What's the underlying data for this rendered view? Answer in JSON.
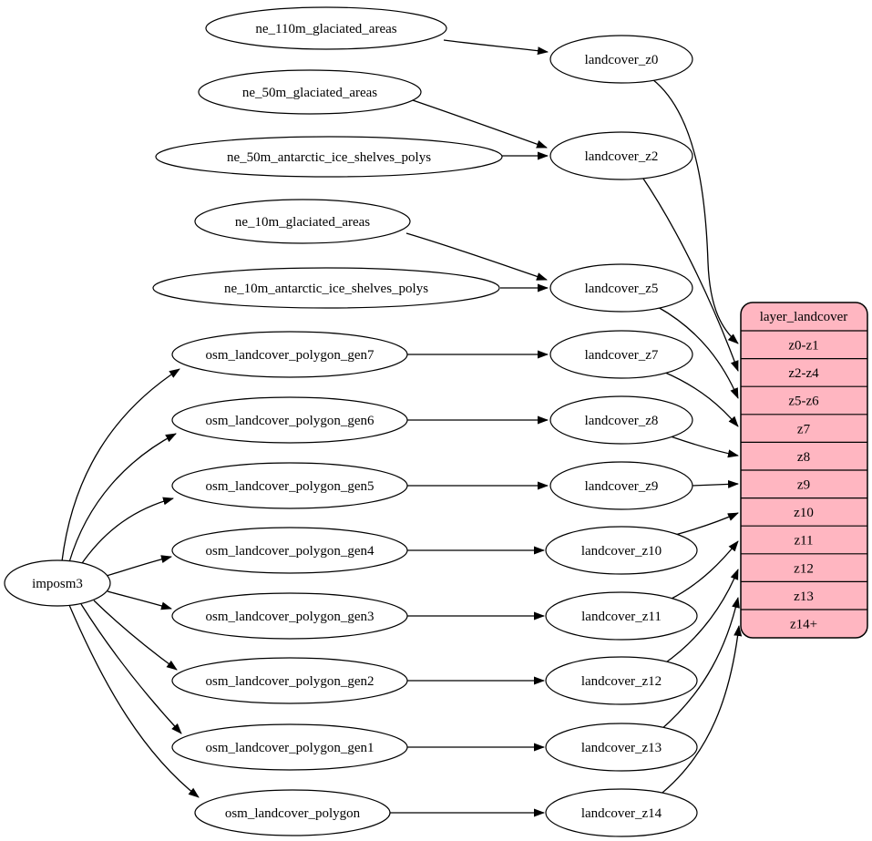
{
  "diagram": {
    "kind": "dataflow-graph",
    "background_color": "#ffffff",
    "node_fill_color": "#ffffff",
    "node_stroke_color": "#000000",
    "edge_color": "#000000",
    "table_fill_color": "#ffb6c1"
  },
  "nodes": {
    "importer": {
      "label": "imposm3"
    },
    "sources": [
      {
        "label": "ne_110m_glaciated_areas"
      },
      {
        "label": "ne_50m_glaciated_areas"
      },
      {
        "label": "ne_50m_antarctic_ice_shelves_polys"
      },
      {
        "label": "ne_10m_glaciated_areas"
      },
      {
        "label": "ne_10m_antarctic_ice_shelves_polys"
      },
      {
        "label": "osm_landcover_polygon_gen7"
      },
      {
        "label": "osm_landcover_polygon_gen6"
      },
      {
        "label": "osm_landcover_polygon_gen5"
      },
      {
        "label": "osm_landcover_polygon_gen4"
      },
      {
        "label": "osm_landcover_polygon_gen3"
      },
      {
        "label": "osm_landcover_polygon_gen2"
      },
      {
        "label": "osm_landcover_polygon_gen1"
      },
      {
        "label": "osm_landcover_polygon"
      }
    ],
    "intermediates": [
      {
        "label": "landcover_z0"
      },
      {
        "label": "landcover_z2"
      },
      {
        "label": "landcover_z5"
      },
      {
        "label": "landcover_z7"
      },
      {
        "label": "landcover_z8"
      },
      {
        "label": "landcover_z9"
      },
      {
        "label": "landcover_z10"
      },
      {
        "label": "landcover_z11"
      },
      {
        "label": "landcover_z12"
      },
      {
        "label": "landcover_z13"
      },
      {
        "label": "landcover_z14"
      }
    ],
    "table": {
      "title": "layer_landcover",
      "rows": [
        "z0-z1",
        "z2-z4",
        "z5-z6",
        "z7",
        "z8",
        "z9",
        "z10",
        "z11",
        "z12",
        "z13",
        "z14+"
      ]
    }
  },
  "edges": [
    {
      "from": "imposm3",
      "to": "osm_landcover_polygon_gen7"
    },
    {
      "from": "imposm3",
      "to": "osm_landcover_polygon_gen6"
    },
    {
      "from": "imposm3",
      "to": "osm_landcover_polygon_gen5"
    },
    {
      "from": "imposm3",
      "to": "osm_landcover_polygon_gen4"
    },
    {
      "from": "imposm3",
      "to": "osm_landcover_polygon_gen3"
    },
    {
      "from": "imposm3",
      "to": "osm_landcover_polygon_gen2"
    },
    {
      "from": "imposm3",
      "to": "osm_landcover_polygon_gen1"
    },
    {
      "from": "imposm3",
      "to": "osm_landcover_polygon"
    },
    {
      "from": "ne_110m_glaciated_areas",
      "to": "landcover_z0"
    },
    {
      "from": "ne_50m_glaciated_areas",
      "to": "landcover_z2"
    },
    {
      "from": "ne_50m_antarctic_ice_shelves_polys",
      "to": "landcover_z2"
    },
    {
      "from": "ne_10m_glaciated_areas",
      "to": "landcover_z5"
    },
    {
      "from": "ne_10m_antarctic_ice_shelves_polys",
      "to": "landcover_z5"
    },
    {
      "from": "osm_landcover_polygon_gen7",
      "to": "landcover_z7"
    },
    {
      "from": "osm_landcover_polygon_gen6",
      "to": "landcover_z8"
    },
    {
      "from": "osm_landcover_polygon_gen5",
      "to": "landcover_z9"
    },
    {
      "from": "osm_landcover_polygon_gen4",
      "to": "landcover_z10"
    },
    {
      "from": "osm_landcover_polygon_gen3",
      "to": "landcover_z11"
    },
    {
      "from": "osm_landcover_polygon_gen2",
      "to": "landcover_z12"
    },
    {
      "from": "osm_landcover_polygon_gen1",
      "to": "landcover_z13"
    },
    {
      "from": "osm_landcover_polygon",
      "to": "landcover_z14"
    },
    {
      "from": "landcover_z0",
      "to": "layer_landcover.z0-z1"
    },
    {
      "from": "landcover_z2",
      "to": "layer_landcover.z2-z4"
    },
    {
      "from": "landcover_z5",
      "to": "layer_landcover.z5-z6"
    },
    {
      "from": "landcover_z7",
      "to": "layer_landcover.z7"
    },
    {
      "from": "landcover_z8",
      "to": "layer_landcover.z8"
    },
    {
      "from": "landcover_z9",
      "to": "layer_landcover.z9"
    },
    {
      "from": "landcover_z10",
      "to": "layer_landcover.z10"
    },
    {
      "from": "landcover_z11",
      "to": "layer_landcover.z11"
    },
    {
      "from": "landcover_z12",
      "to": "layer_landcover.z12"
    },
    {
      "from": "landcover_z13",
      "to": "layer_landcover.z13"
    },
    {
      "from": "landcover_z14",
      "to": "layer_landcover.z14+"
    }
  ]
}
